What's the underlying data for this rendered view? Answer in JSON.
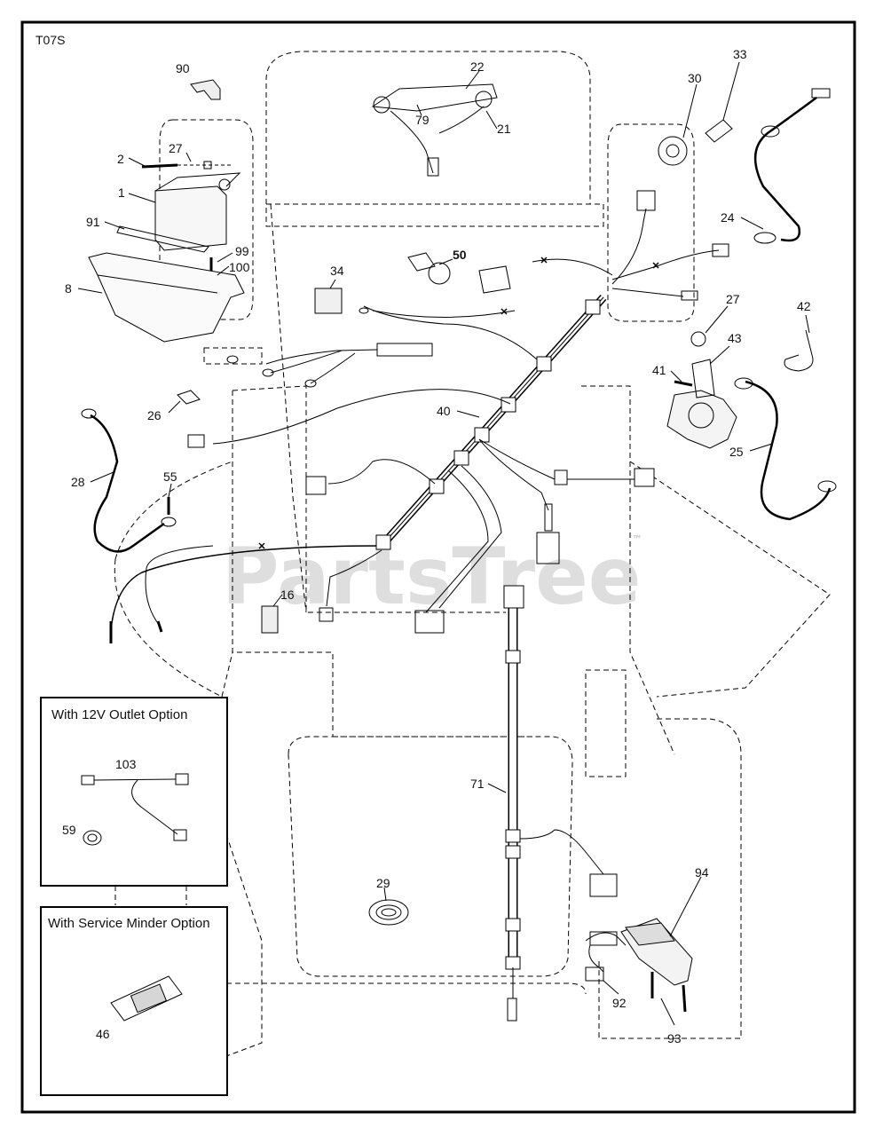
{
  "diagram_code": "T07S",
  "watermark": {
    "text": "PartsTree",
    "trademark": "™"
  },
  "insets": {
    "outlet": {
      "title": "With 12V Outlet Option",
      "labels": [
        "103",
        "59"
      ]
    },
    "minder": {
      "title": "With Service Minder Option",
      "labels": [
        "46"
      ]
    }
  },
  "callouts": [
    "90",
    "22",
    "79",
    "21",
    "30",
    "33",
    "27",
    "2",
    "1",
    "91",
    "99",
    "100",
    "8",
    "24",
    "50",
    "34",
    "27",
    "42",
    "43",
    "41",
    "26",
    "40",
    "25",
    "28",
    "55",
    "16",
    "71",
    "29",
    "94",
    "92",
    "93"
  ]
}
